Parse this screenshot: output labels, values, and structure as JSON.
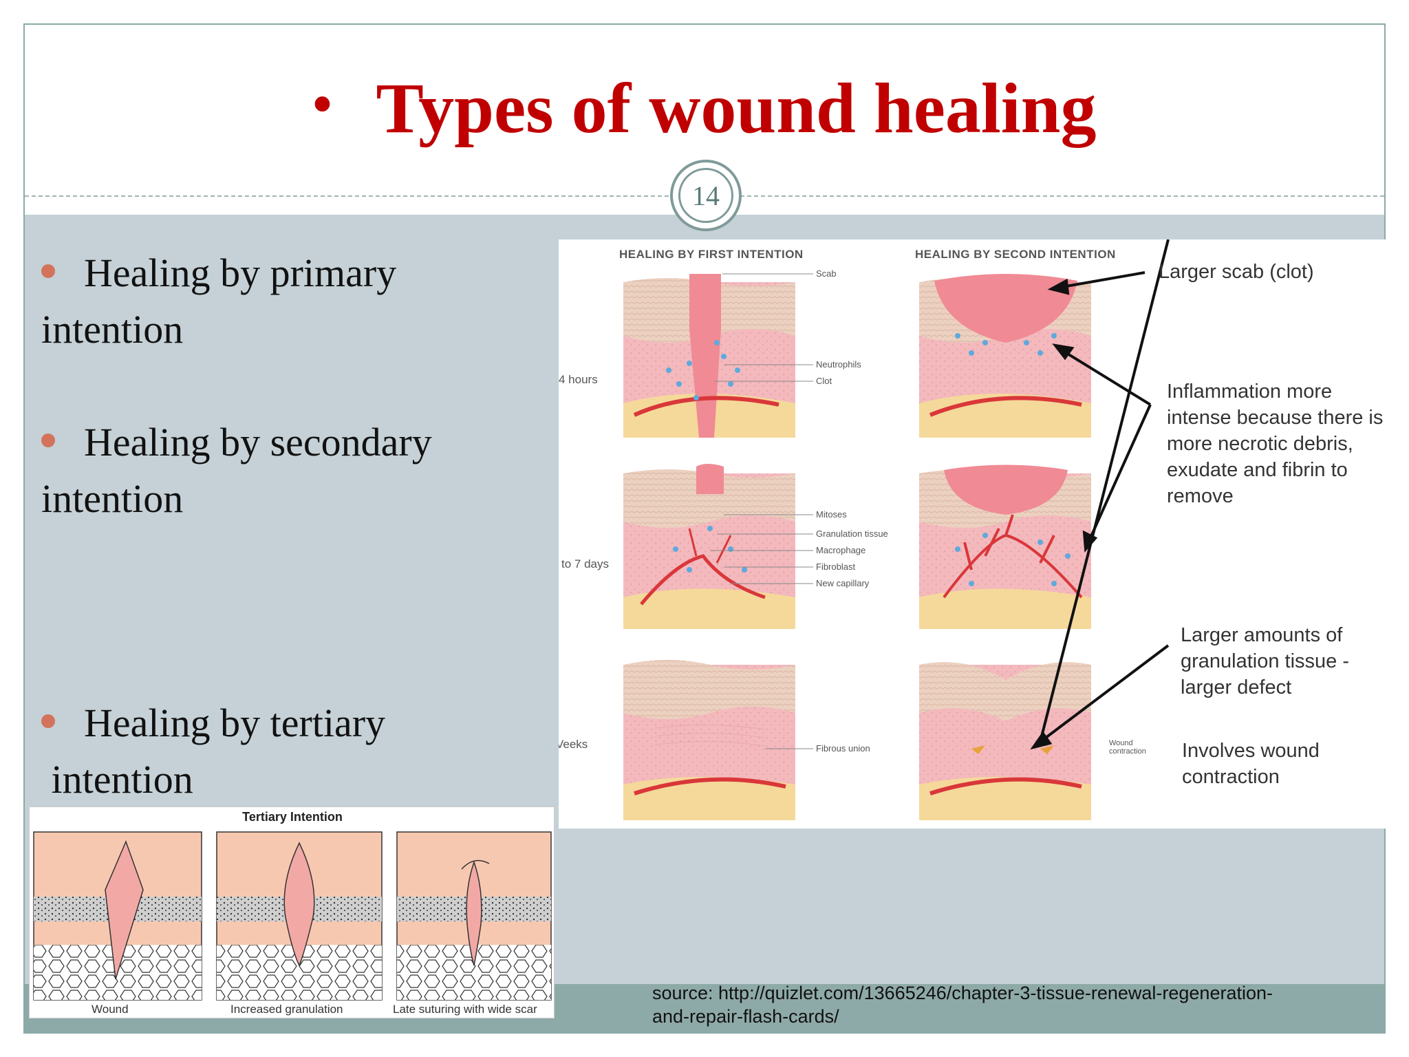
{
  "slide": {
    "title": "Types of wound healing",
    "title_bullet": "•",
    "page_number": "14",
    "colors": {
      "title": "#c00000",
      "content_bg": "#c5d1d6",
      "footer": "#8eaaa8",
      "bullet": "#d4735c"
    }
  },
  "bullets": [
    {
      "line1": "Healing by primary",
      "line2": "intention"
    },
    {
      "line1": "Healing by secondary",
      "line2": "intention"
    },
    {
      "line1": "Healing by tertiary",
      "line2": " intention"
    }
  ],
  "main_figure": {
    "col1_heading": "HEALING BY FIRST INTENTION",
    "col2_heading": "HEALING BY SECOND INTENTION",
    "time_labels": [
      "4 hours",
      "to 7 days",
      "Veeks"
    ],
    "labels_row1": [
      "Scab",
      "Neutrophils",
      "Clot"
    ],
    "labels_row2": [
      "Mitoses",
      "Granulation tissue",
      "Macrophage",
      "Fibroblast",
      "New capillary"
    ],
    "labels_row3": [
      "Fibrous union"
    ],
    "wound_contraction_label": "Wound contraction",
    "annotations": {
      "larger_scab": "Larger scab (clot)",
      "inflammation": [
        "Inflammation more",
        "intense because there is",
        "more necrotic debris,",
        "exudate and fibrin to",
        "remove"
      ],
      "granulation": [
        "Larger amounts of",
        "granulation tissue -",
        "larger defect"
      ],
      "contraction": [
        "Involves wound",
        "contraction"
      ]
    }
  },
  "tertiary_figure": {
    "title": "Tertiary Intention",
    "captions": [
      "Wound",
      "Increased granulation",
      "Late suturing with wide scar"
    ]
  },
  "source": {
    "line1": "source: http://quizlet.com/13665246/chapter-3-tissue-renewal-regeneration-",
    "line2": "and-repair-flash-cards/"
  }
}
